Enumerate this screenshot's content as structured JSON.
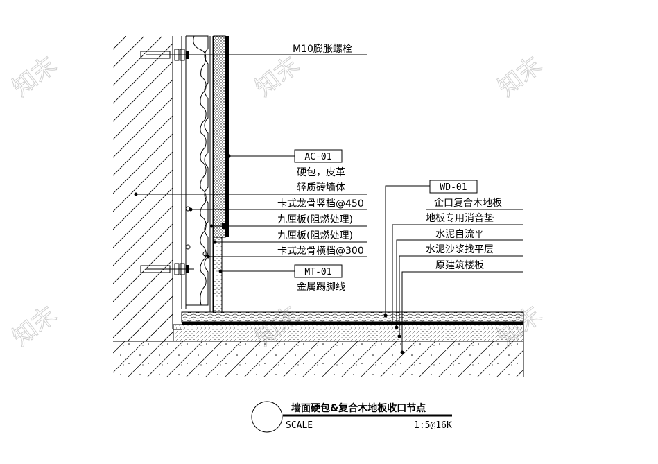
{
  "labels": {
    "m10_bolt": "M10膨胀螺栓",
    "ac01_tag": "AC-01",
    "ac01_desc": "硬包，皮革",
    "brick_wall": "轻质砖墙体",
    "keel_vertical": "卡式龙骨竖档@450",
    "plywood_1": "九厘板(阻燃处理)",
    "plywood_2": "九厘板(阻燃处理)",
    "keel_horizontal": "卡式龙骨横档@300",
    "mt01_tag": "MT-01",
    "mt01_desc": "金属踢脚线",
    "wd01_tag": "WD-01",
    "wd01_desc": "企口复合木地板",
    "floor_pad": "地板专用消音垫",
    "self_level": "水泥自流平",
    "screed": "水泥沙浆找平层",
    "slab": "原建筑楼板"
  },
  "title_block": {
    "title": "墙面硬包&复合木地板收口节点",
    "scale_label": "SCALE",
    "scale_value": "1:5@16K"
  },
  "watermark": "知末"
}
